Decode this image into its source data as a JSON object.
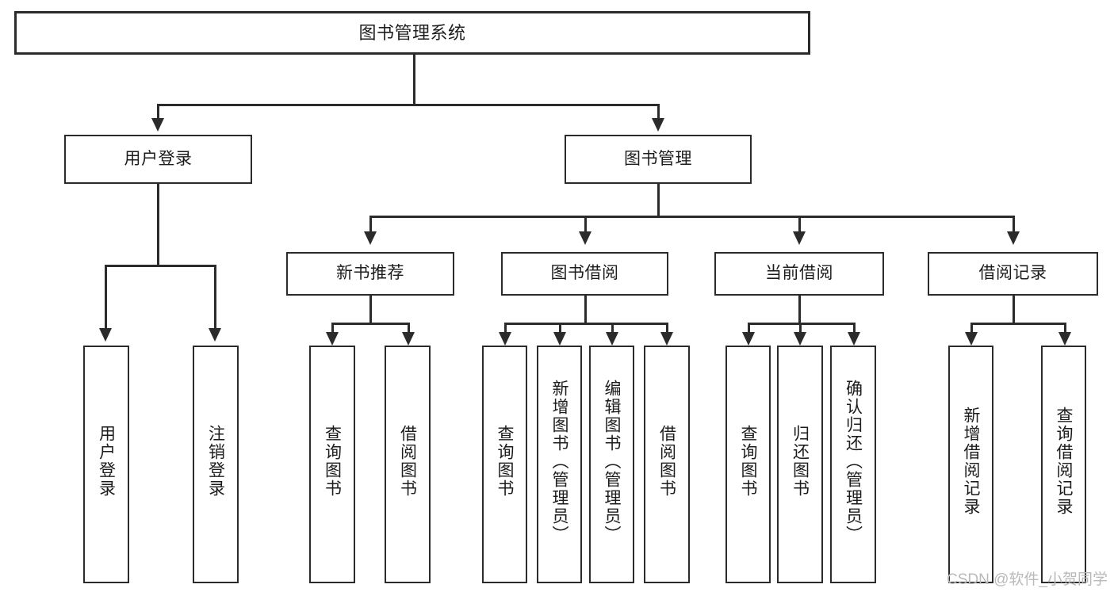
{
  "diagram": {
    "type": "tree-hierarchy",
    "title": "图书管理系统",
    "watermark": "CSDN @软件_小贺同学",
    "colors": {
      "stroke": "#2b2b2b",
      "fill": "#ffffff",
      "text": "#1c1c1c",
      "watermark": "#b9b9b9"
    },
    "nodes": {
      "root": {
        "label": "图书管理系统"
      },
      "level2": [
        {
          "label": "用户登录"
        },
        {
          "label": "图书管理"
        }
      ],
      "level3": [
        {
          "label": "新书推荐"
        },
        {
          "label": "图书借阅"
        },
        {
          "label": "当前借阅"
        },
        {
          "label": "借阅记录"
        }
      ],
      "leaves": {
        "user_login": [
          {
            "label": "用户登录"
          },
          {
            "label": "注销登录"
          }
        ],
        "new_book_recommend": [
          {
            "label": "查询图书"
          },
          {
            "label": "借阅图书"
          }
        ],
        "book_borrow": [
          {
            "label": "查询图书"
          },
          {
            "label": "新增图书（管理员）"
          },
          {
            "label": "编辑图书（管理员）"
          },
          {
            "label": "借阅图书"
          }
        ],
        "current_borrow": [
          {
            "label": "查询图书"
          },
          {
            "label": "归还图书"
          },
          {
            "label": "确认归还（管理员）"
          }
        ],
        "borrow_record": [
          {
            "label": "新增借阅记录"
          },
          {
            "label": "查询借阅记录"
          }
        ]
      }
    }
  }
}
